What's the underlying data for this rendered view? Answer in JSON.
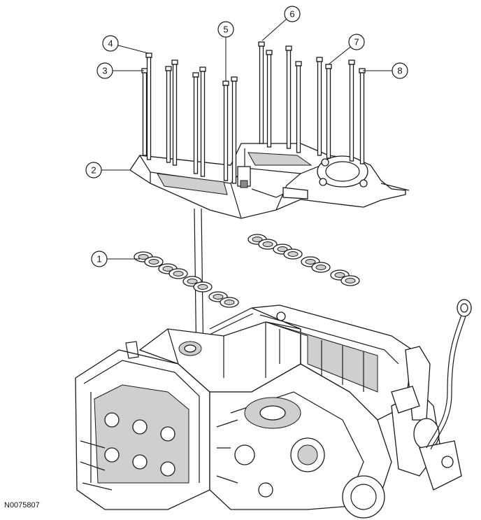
{
  "figure": {
    "id": "N0075807"
  },
  "callouts": [
    {
      "num": "1"
    },
    {
      "num": "2"
    },
    {
      "num": "3"
    },
    {
      "num": "4"
    },
    {
      "num": "5"
    },
    {
      "num": "6"
    },
    {
      "num": "7"
    },
    {
      "num": "8"
    }
  ]
}
